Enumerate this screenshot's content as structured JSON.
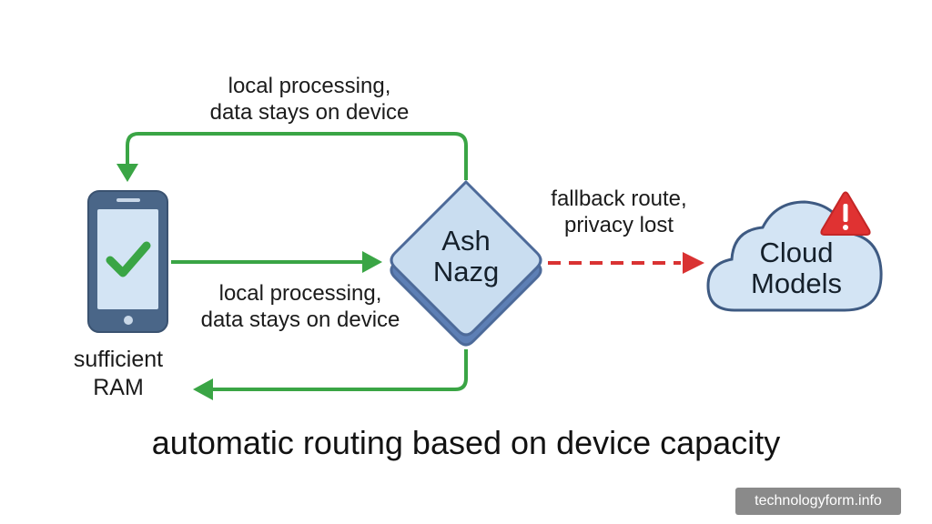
{
  "colors": {
    "local_route": "#3aa545",
    "fallback_route": "#d93232",
    "node_fill": "#c9ddf0",
    "node_stroke": "#4d6a99",
    "device_frame": "#4a6688",
    "device_screen": "#d3e4f4",
    "check": "#3aa545",
    "warning": "#e03232"
  },
  "icons": {
    "device": "smartphone-icon",
    "check": "check-mark-icon",
    "cloud": "cloud-icon",
    "warning": "warning-triangle-icon"
  },
  "nodes": {
    "device": {
      "label_lines": [
        "sufficient",
        "RAM"
      ]
    },
    "router": {
      "label_lines": [
        "Ash",
        "Nazg"
      ]
    },
    "cloud": {
      "label_lines": [
        "Cloud",
        "Models"
      ]
    }
  },
  "edges": {
    "top_return": {
      "label_lines": [
        "local processing,",
        "data stays on device"
      ]
    },
    "device_to_router": {
      "label_lines": [
        "local processing,",
        "data stays on device"
      ]
    },
    "fallback": {
      "label_lines": [
        "fallback route,",
        "privacy lost"
      ]
    }
  },
  "caption": "automatic routing based on device capacity",
  "watermark": "technologyform.info"
}
